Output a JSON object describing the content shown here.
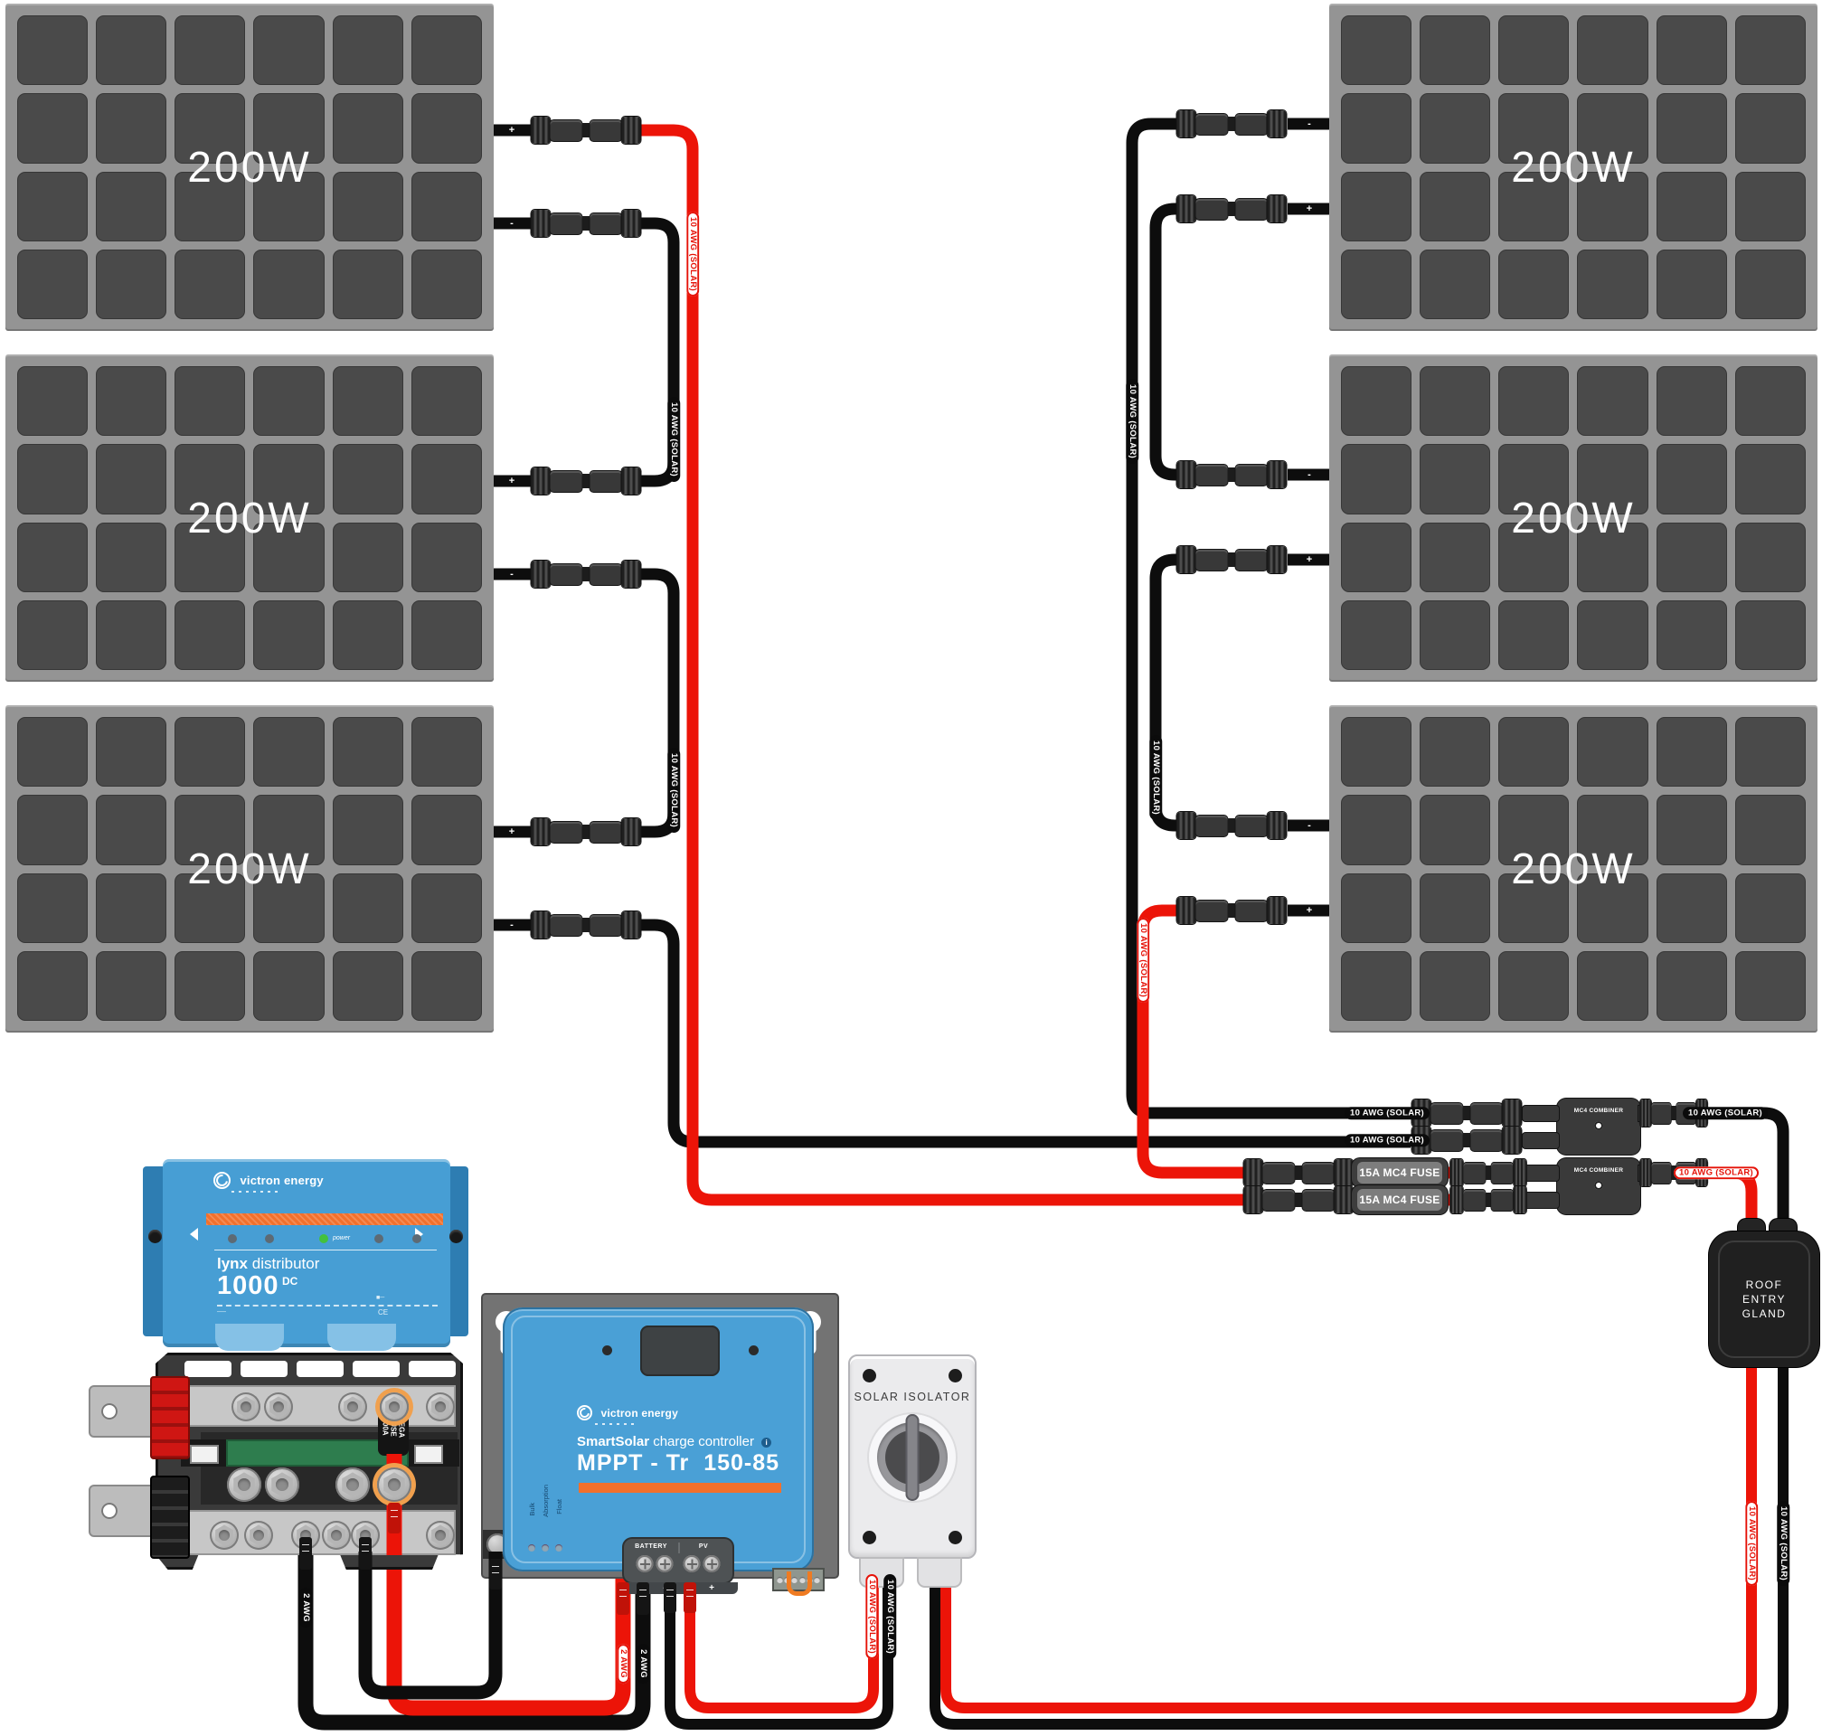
{
  "panels": {
    "wattage_label": "200W"
  },
  "polarity": {
    "plus": "+",
    "minus": "-"
  },
  "wire_labels": {
    "solar": "10 AWG (SOLAR)",
    "battery": "2 AWG"
  },
  "mc4_combiner_label": "MC4 COMBINER",
  "mc4_fuse_label": "15A MC4 FUSE",
  "mega_fuse": {
    "lines": [
      "MEGA",
      "FUSE",
      "100A"
    ]
  },
  "roof_entry_gland": {
    "lines": [
      "ROOF",
      "ENTRY",
      "GLAND"
    ]
  },
  "solar_isolator_label": "SOLAR ISOLATOR",
  "lynx_distributor": {
    "brand": "victron energy",
    "name_bold": "lynx",
    "name_rest": " distributor",
    "model": "1000",
    "model_unit": "DC",
    "power_led_label": "power",
    "ce_mark": "CE"
  },
  "mppt": {
    "brand": "victron energy",
    "product_bold": "SmartSolar",
    "product_rest": " charge controller",
    "info_icon": "i",
    "model": "MPPT - Tr",
    "rating": "150-85",
    "terminal_groups": [
      "BATTERY",
      "PV"
    ],
    "terminal_polarity": [
      "+",
      "-",
      "-",
      "+"
    ],
    "led_labels": [
      "Bulk",
      "Absorption",
      "Float"
    ]
  },
  "colors": {
    "wire_red": "#EC1408",
    "wire_black": "#0d0d0d",
    "victron_blue": "#4AA0D6",
    "accent_orange": "#F2702C",
    "panel_cell": "#4A4A4A",
    "panel_frame": "#949494"
  }
}
